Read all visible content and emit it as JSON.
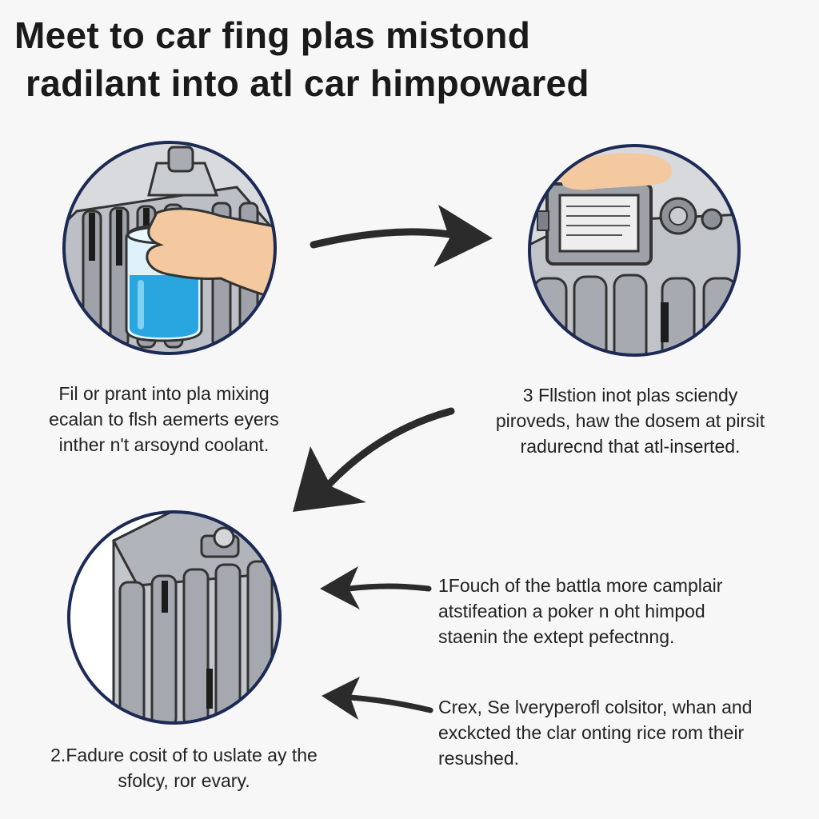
{
  "title": {
    "line1": "Meet to car fing plas mistond",
    "line2": "radilant into atl car himpowared"
  },
  "captions": {
    "step1": [
      "Fil or prant into pla mixing",
      "ecalan to flsh aemerts eyers",
      "inther n't arsoynd coolant."
    ],
    "step3": [
      "3 Fllstion inot plas sciendy",
      "piroveds, haw the dosem at pirsit",
      "radurecnd that atl-inserted."
    ],
    "right1": [
      "1Fouch of the battla more camplair",
      "atstifeation a poker n oht himpod",
      "staenin the extept pefectnng."
    ],
    "right2": [
      "Crex, Se lveryperofl colsitor, whan and",
      "exckcted the clar onting rice rom their",
      "resushed."
    ],
    "step2": [
      "2.Fadure cosit of to uslate ay the",
      "sfolcy, ror evary."
    ]
  },
  "colors": {
    "circle_stroke": "#1c2a55",
    "coolant": "#29a6e0",
    "skin": "#f4c9a0",
    "metal": "#b9bcc2",
    "arrow": "#2b2b2b"
  }
}
